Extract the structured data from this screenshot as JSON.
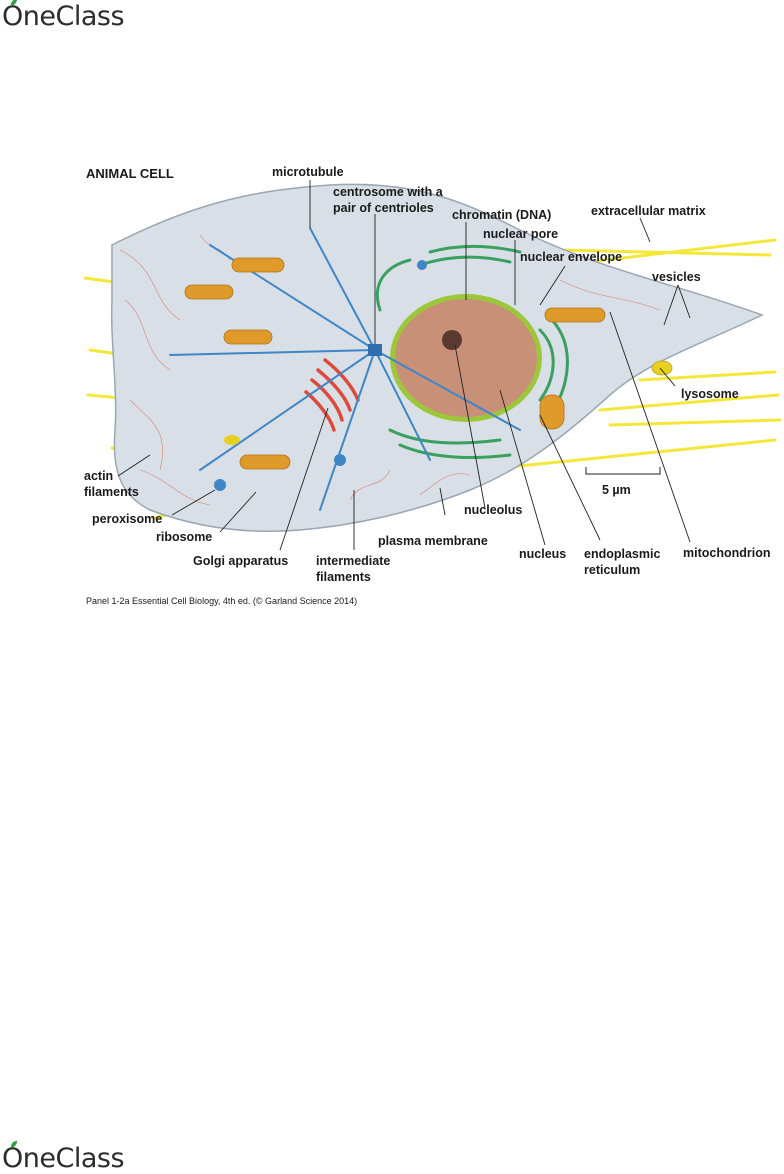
{
  "brand": {
    "name": "OneClass",
    "leaf_color": "#2e9e3f"
  },
  "figure": {
    "title": "ANIMAL CELL",
    "labels": {
      "microtubule": "microtubule",
      "centrosome_1": "centrosome with a",
      "centrosome_2": "pair of centrioles",
      "chromatin": "chromatin (DNA)",
      "extracellular_matrix": "extracellular matrix",
      "nuclear_pore": "nuclear pore",
      "nuclear_envelope": "nuclear envelope",
      "vesicles": "vesicles",
      "lysosome": "lysosome",
      "actin_1": "actin",
      "actin_2": "filaments",
      "scale_bar": "5 µm",
      "peroxisome": "peroxisome",
      "ribosome": "ribosome",
      "nucleolus": "nucleolus",
      "golgi": "Golgi apparatus",
      "plasma_membrane": "plasma membrane",
      "intermediate_1": "intermediate",
      "intermediate_2": "filaments",
      "nucleus": "nucleus",
      "er_1": "endoplasmic",
      "er_2": "reticulum",
      "mitochondrion": "mitochondrion"
    },
    "caption": "Panel 1-2a  Essential Cell Biology, 4th ed. (© Garland Science 2014)"
  },
  "colors": {
    "cytoplasm": "#d9dfe6",
    "cell_outline": "#9aa6b2",
    "nucleus": "#c99078",
    "nuclear_envelope": "#9cc73a",
    "microtubule": "#3f86c6",
    "golgi": "#dd4a3a",
    "er": "#3aa060",
    "mitochondria": "#e09a2a",
    "ecm": "#f3e83a",
    "lysosome": "#e8d020"
  }
}
